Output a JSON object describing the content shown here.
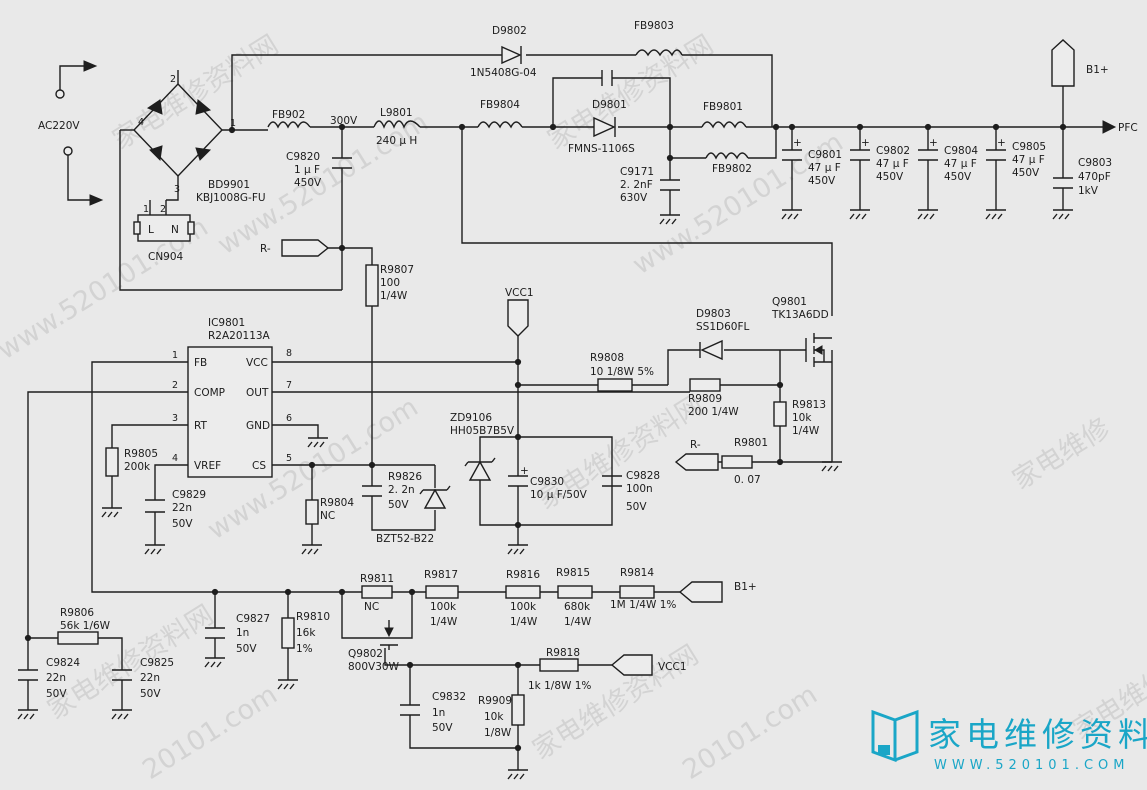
{
  "labels": {
    "ac220v": "AC220V",
    "bd_pin2": "2",
    "bd_pin4": "4",
    "bd_pin1": "1",
    "bd_pin3": "3",
    "bd9901": "BD9901",
    "bd9901_val": "KBJ1008G-FU",
    "cn904": "CN904",
    "cn_p1": "1",
    "cn_p2": "2",
    "cn_L": "L",
    "cn_N": "N",
    "fb902": "FB902",
    "v300": "300V",
    "l9801": "L9801",
    "l9801_val": "240 μ H",
    "c9820": "C9820",
    "c9820_v1": "1 μ F",
    "c9820_v2": "450V",
    "d9802": "D9802",
    "d9802_val": "1N5408G-04",
    "fb9803": "FB9803",
    "fb9804": "FB9804",
    "d9801": "D9801",
    "d9801_val": "FMNS-1106S",
    "fb9801": "FB9801",
    "fb9802": "FB9802",
    "c9171": "C9171",
    "c9171_v1": "2. 2nF",
    "c9171_v2": "630V",
    "c9801": "C9801",
    "c9801_v1": "47 μ F",
    "c9801_v2": "450V",
    "c9802": "C9802",
    "c9802_v1": "47 μ F",
    "c9802_v2": "450V",
    "c9804": "C9804",
    "c9804_v1": "47 μ F",
    "c9804_v2": "450V",
    "c9805": "C9805",
    "c9805_v1": "47 μ F",
    "c9805_v2": "450V",
    "c9803": "C9803",
    "c9803_v1": "470pF",
    "c9803_v2": "1kV",
    "b1_top": "B1+",
    "pfc": "PFC",
    "r_minus_top": "R-",
    "r9807": "R9807",
    "r9807_v1": "100",
    "r9807_v2": "1/4W",
    "vcc1_top": "VCC1",
    "ic9801": "IC9801",
    "ic9801_val": "R2A20113A",
    "ic_fb": "FB",
    "ic_comp": "COMP",
    "ic_rt": "RT",
    "ic_vref": "VREF",
    "ic_vcc": "VCC",
    "ic_out": "OUT",
    "ic_gnd": "GND",
    "ic_cs": "CS",
    "pin1": "1",
    "pin2": "2",
    "pin3": "3",
    "pin4": "4",
    "pin8": "8",
    "pin7": "7",
    "pin6": "6",
    "pin5": "5",
    "d9803": "D9803",
    "d9803_val": "SS1D60FL",
    "q9801": "Q9801",
    "q9801_val": "TK13A6DD",
    "r9808": "R9808",
    "r9808_val": "10 1/8W 5%",
    "r9809": "R9809",
    "r9809_val": "200 1/4W",
    "r9813": "R9813",
    "r9813_v1": "10k",
    "r9813_v2": "1/4W",
    "r_minus_mid": "R-",
    "r9801": "R9801",
    "r9801_val": "0. 07",
    "zd9106": "ZD9106",
    "zd9106_val": "HH05B7B5V",
    "c9830": "C9830",
    "c9830_val": "10 μ F/50V",
    "c9828": "C9828",
    "c9828_v1": "100n",
    "c9828_v2": "50V",
    "r9805": "R9805",
    "r9805_val": "200k",
    "c9829": "C9829",
    "c9829_v1": "22n",
    "c9829_v2": "50V",
    "r9826": "R9826",
    "r9826_v1": "2. 2n",
    "r9826_v2": "50V",
    "r9804": "R9804",
    "r9804_val": "NC",
    "bzt52": "BZT52-B22",
    "r9811": "R9811",
    "r9811_val": "NC",
    "r9817": "R9817",
    "r9817_v1": "100k",
    "r9817_v2": "1/4W",
    "r9816": "R9816",
    "r9816_v1": "100k",
    "r9816_v2": "1/4W",
    "r9815": "R9815",
    "r9815_v1": "680k",
    "r9815_v2": "1/4W",
    "r9814": "R9814",
    "r9814_val": "1M 1/4W 1%",
    "b1_bottom": "B1+",
    "r9806": "R9806",
    "r9806_val": "56k 1/6W",
    "c9827": "C9827",
    "c9827_v1": "1n",
    "c9827_v2": "50V",
    "r9810": "R9810",
    "r9810_v1": "16k",
    "r9810_v2": "1%",
    "q9802": "Q9802",
    "q9802_val": "800V30W",
    "r9818": "R9818",
    "r9818_val": "1k 1/8W 1%",
    "vcc1_bottom": "VCC1",
    "c9824": "C9824",
    "c9824_v1": "22n",
    "c9824_v2": "50V",
    "c9825": "C9825",
    "c9825_v1": "22n",
    "c9825_v2": "50V",
    "c9832": "C9832",
    "c9832_v1": "1n",
    "c9832_v2": "50V",
    "r9909": "R9909",
    "r9909_v1": "10k",
    "r9909_v2": "1/8W"
  },
  "watermarks": {
    "wm1": "家电维修资料网",
    "wm2": "www.520101.com",
    "wm3": "家电维修资料网",
    "wm4": "www.520101.com",
    "wm5": "家电维修",
    "wm6": "www.520101.com",
    "wm7": "家电维修资料网",
    "wm8": "20101.com",
    "wm9": "家电维修资料网",
    "wm10": "20101.com",
    "wm11": "家电维修"
  },
  "brand": {
    "logo_text": "家电维修资料网",
    "url": "WWW.520101.COM",
    "logo_color": "#1aa6c7"
  }
}
